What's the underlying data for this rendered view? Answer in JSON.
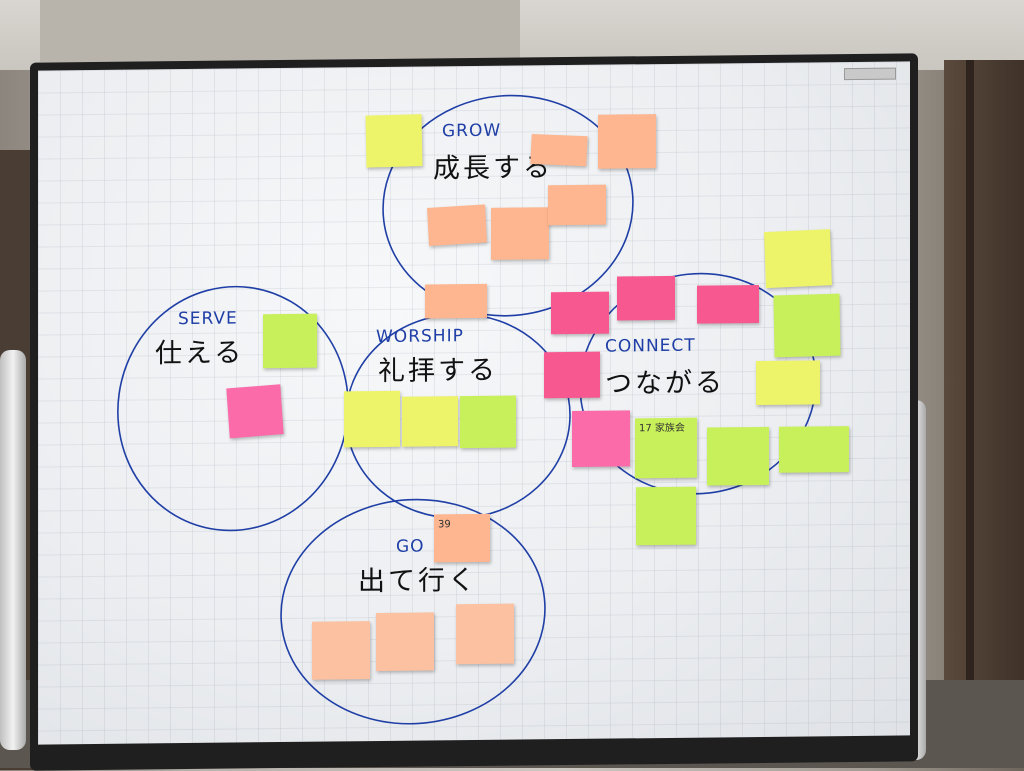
{
  "board": {
    "tag": "",
    "colors": {
      "marker_blue": "#1f3fa6",
      "note_orange": "#fdb68f",
      "note_yellow": "#eef46a",
      "note_lime": "#c8f05a",
      "note_pink": "#f7588f"
    }
  },
  "groups": {
    "grow": {
      "en": "GROW",
      "ja": "成長する"
    },
    "serve": {
      "en": "SERVE",
      "ja": "仕える"
    },
    "worship": {
      "en": "WORSHIP",
      "ja": "礼拝する"
    },
    "connect": {
      "en": "CONNECT",
      "ja": "つながる"
    },
    "go": {
      "en": "GO",
      "ja": "出て行く"
    }
  },
  "notes": {
    "connect_middle": "17 家族会",
    "go_top": "39"
  }
}
